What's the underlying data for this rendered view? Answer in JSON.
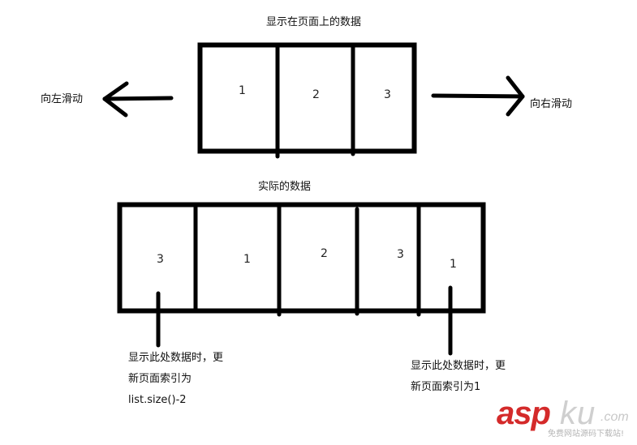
{
  "diagram": {
    "top_title": "显示在页面上的数据",
    "left_arrow_label": "向左滑动",
    "right_arrow_label": "向右滑动",
    "displayed_cells": [
      "1",
      "2",
      "3"
    ],
    "bottom_title": "实际的数据",
    "actual_cells": [
      "3",
      "1",
      "2",
      "3",
      "1"
    ],
    "left_note": {
      "line1": "显示此处数据时，更",
      "line2": "新页面索引为",
      "line3": "list.size()-2"
    },
    "right_note": {
      "line1": "显示此处数据时，更",
      "line2": "新页面索引为1"
    },
    "stroke_color": "#000000"
  },
  "watermark": {
    "brand_red": "asp",
    "brand_gray": "ku",
    "domain": ".com",
    "tagline": "免费网站源码下载站!",
    "red_color": "#d42a2a",
    "gray_color": "#cfcfcf"
  }
}
